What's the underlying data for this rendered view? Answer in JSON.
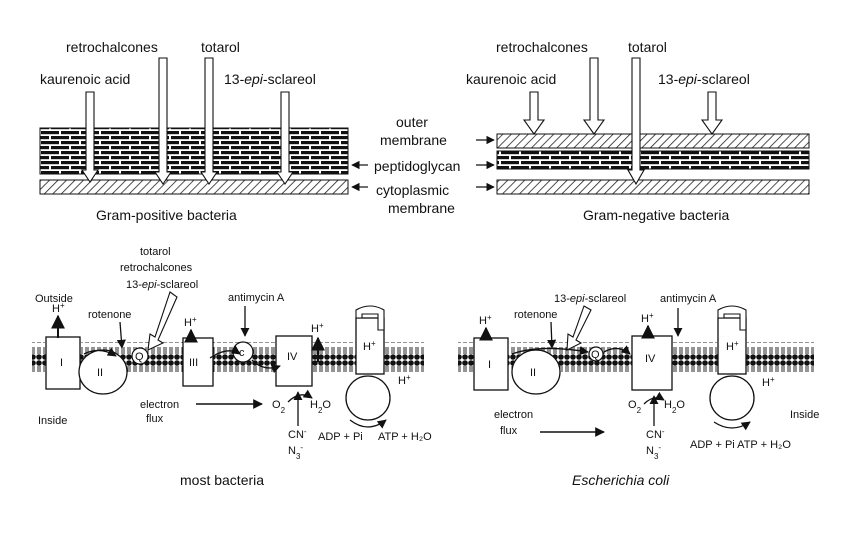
{
  "top": {
    "compounds": {
      "retrochalcones": "retrochalcones",
      "totarol": "totarol",
      "kaurenoic_acid": "kaurenoic acid",
      "sclareol_prefix": "13-",
      "sclareol_italic": "epi",
      "sclareol_suffix": "-sclareol"
    },
    "middle_labels": {
      "outer_1": "outer",
      "outer_2": "membrane",
      "peptidoglycan": "peptidoglycan",
      "cyto_1": "cytoplasmic",
      "cyto_2": "membrane"
    },
    "gram_positive_caption": "Gram-positive bacteria",
    "gram_negative_caption": "Gram-negative bacteria"
  },
  "bottom_left": {
    "compounds_1": "totarol",
    "compounds_2": "retrochalcones",
    "compounds_3_prefix": "13-",
    "compounds_3_italic": "epi",
    "compounds_3_suffix": "-sclareol",
    "outside": "Outside",
    "inside": "Inside",
    "rotenone": "rotenone",
    "antimycin": "antimycin A",
    "hplus": "H",
    "plus": "+",
    "complex_I": "I",
    "complex_II": "II",
    "complex_III": "III",
    "complex_IV": "IV",
    "q": "Q",
    "c": "c",
    "electron_1": "electron",
    "electron_2": "flux",
    "o2": "O",
    "o2_sub": "2",
    "h2o_h": "H",
    "h2o_sub": "2",
    "h2o_o": "O",
    "cn": "CN",
    "minus": "-",
    "n3": "N",
    "n3_sub": "3",
    "adp": "ADP + Pi",
    "atp": "ATP + H₂O",
    "caption": "most bacteria"
  },
  "bottom_right": {
    "sclareol_prefix": "13-",
    "sclareol_italic": "epi",
    "sclareol_suffix": "-sclareol",
    "antimycin": "antimycin A",
    "rotenone": "rotenone",
    "hplus": "H",
    "plus": "+",
    "complex_I": "I",
    "complex_II": "II",
    "complex_IV": "IV",
    "q": "Q",
    "inside": "Inside",
    "electron_1": "electron",
    "electron_2": "flux",
    "o2": "O",
    "o2_sub": "2",
    "h2o_h": "H",
    "h2o_sub": "2",
    "h2o_o": "O",
    "cn": "CN",
    "minus": "-",
    "n3": "N",
    "n3_sub": "3",
    "adp_atp": "ADP + Pi ATP + H₂O",
    "caption": "Escherichia coli"
  }
}
